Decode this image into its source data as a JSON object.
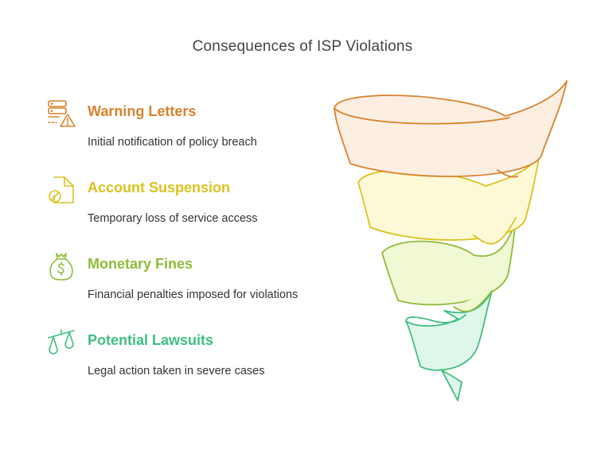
{
  "title": "Consequences of ISP Violations",
  "items": [
    {
      "heading": "Warning Letters",
      "description": "Initial notification of policy breach",
      "color": "#d9822b",
      "icon": "server-warning-icon"
    },
    {
      "heading": "Account Suspension",
      "description": "Temporary loss of service access",
      "color": "#dcc21f",
      "icon": "file-blocked-icon"
    },
    {
      "heading": "Monetary Fines",
      "description": "Financial penalties imposed for violations",
      "color": "#8fbc3a",
      "icon": "money-bag-icon"
    },
    {
      "heading": "Potential Lawsuits",
      "description": "Legal action taken in severe cases",
      "color": "#3fbf7f",
      "icon": "scales-icon"
    }
  ]
}
